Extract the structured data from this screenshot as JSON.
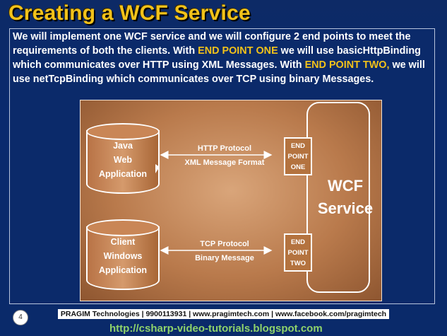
{
  "slide": {
    "title": "Creating a WCF Service",
    "paragraph": {
      "seg1": "We will implement one WCF service and we will configure 2 end points to meet the requirements of both the clients. With ",
      "ep1": "END POINT ONE",
      "seg2": " we will use basicHttpBinding which communicates over HTTP using XML Messages. With ",
      "ep2": "END POINT TWO,",
      "seg3": " we will use netTcpBinding which communicates over TCP using binary Messages."
    },
    "page_number": "4"
  },
  "diagram": {
    "client1": {
      "line1": "Java",
      "line2": "Web",
      "line3": "Application"
    },
    "client2": {
      "line1": "Client",
      "line2": "Windows",
      "line3": "Application"
    },
    "proto1": {
      "line1": "HTTP Protocol",
      "line2": "XML Message Format"
    },
    "proto2": {
      "line1": "TCP Protocol",
      "line2": "Binary Message"
    },
    "ep1": {
      "line1": "END",
      "line2": "POINT",
      "line3": "ONE"
    },
    "ep2": {
      "line1": "END",
      "line2": "POINT",
      "line3": "TWO"
    },
    "service": {
      "line1": "WCF",
      "line2": "Service"
    }
  },
  "footer": {
    "bar": "PRAGIM Technologies | 9900113931 | www.pragimtech.com | www.facebook.com/pragimtech",
    "url": "http://csharp-video-tutorials.blogspot.com"
  },
  "colors": {
    "title": "#f2c21a",
    "highlight": "#f2c21a",
    "background": "#0b2a6a",
    "diagram": "#b97a4c",
    "url": "#8fd36b"
  }
}
